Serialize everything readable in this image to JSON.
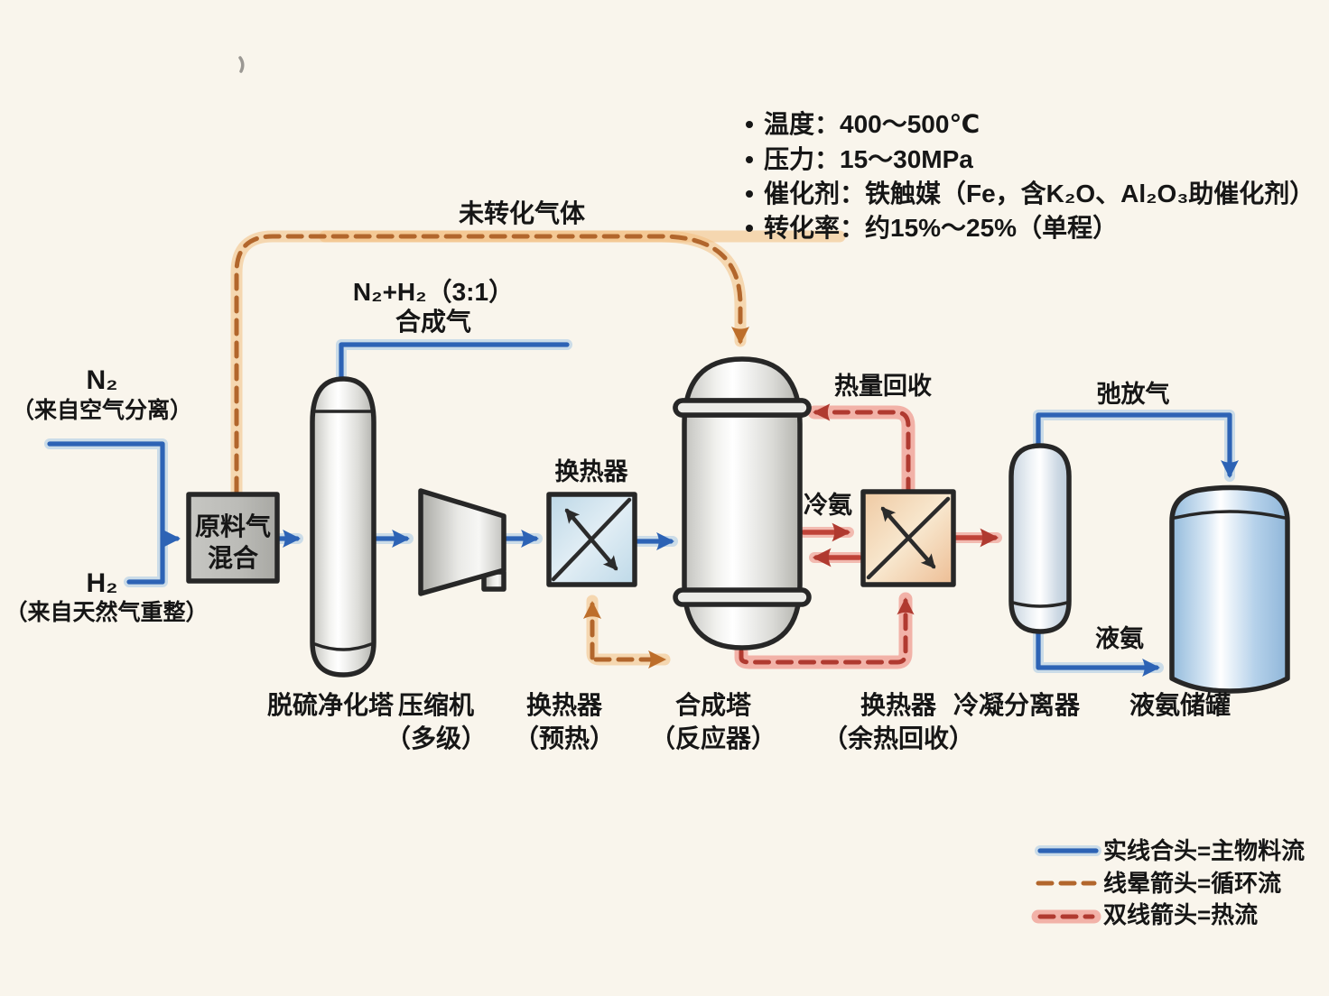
{
  "conditions": {
    "items": [
      "温度：400～500℃",
      "压力：15～30MPa",
      "催化剂：铁触媒（Fe，含K₂O、Al₂O₃助催化剂）",
      "转化率：约15%～25%（单程）"
    ]
  },
  "streams": {
    "n2": "N₂",
    "n2_source": "（来自空气分离）",
    "h2": "H₂",
    "h2_source": "（来自天然气重整）",
    "syngas_line1": "N₂+H₂（3:1）",
    "syngas_line2": "合成气",
    "recycle": "未转化气体",
    "heat_recovery": "热量回收",
    "cold_ammonia": "冷氨",
    "purge_gas": "弛放气",
    "liquid_ammonia": "液氨"
  },
  "equipment": {
    "mixer_line1": "原料气",
    "mixer_line2": "混合",
    "desulfurizer": "脱硫净化塔",
    "compressor_line1": "压缩机",
    "compressor_line2": "（多级）",
    "hx1_title": "换热器",
    "hx1_line1": "换热器",
    "hx1_line2": "（预热）",
    "reactor_line1": "合成塔",
    "reactor_line2": "（反应器）",
    "hx2_line1": "换热器",
    "hx2_line2": "（余热回收）",
    "separator": "冷凝分离器",
    "tank": "液氨储罐"
  },
  "legend": {
    "items": [
      {
        "label": "实线合头=主物料流",
        "type": "solid-blue"
      },
      {
        "label": "线晕箭头=循环流",
        "type": "dashed-orange"
      },
      {
        "label": "双线箭头=热流",
        "type": "double-red"
      }
    ]
  },
  "colors": {
    "background": "#f9f5ec",
    "main_stream_blue": "#2d63b5",
    "recycle_orange": "#b2662c",
    "heat_red": "#bf4338",
    "outline_dark": "#272727"
  }
}
